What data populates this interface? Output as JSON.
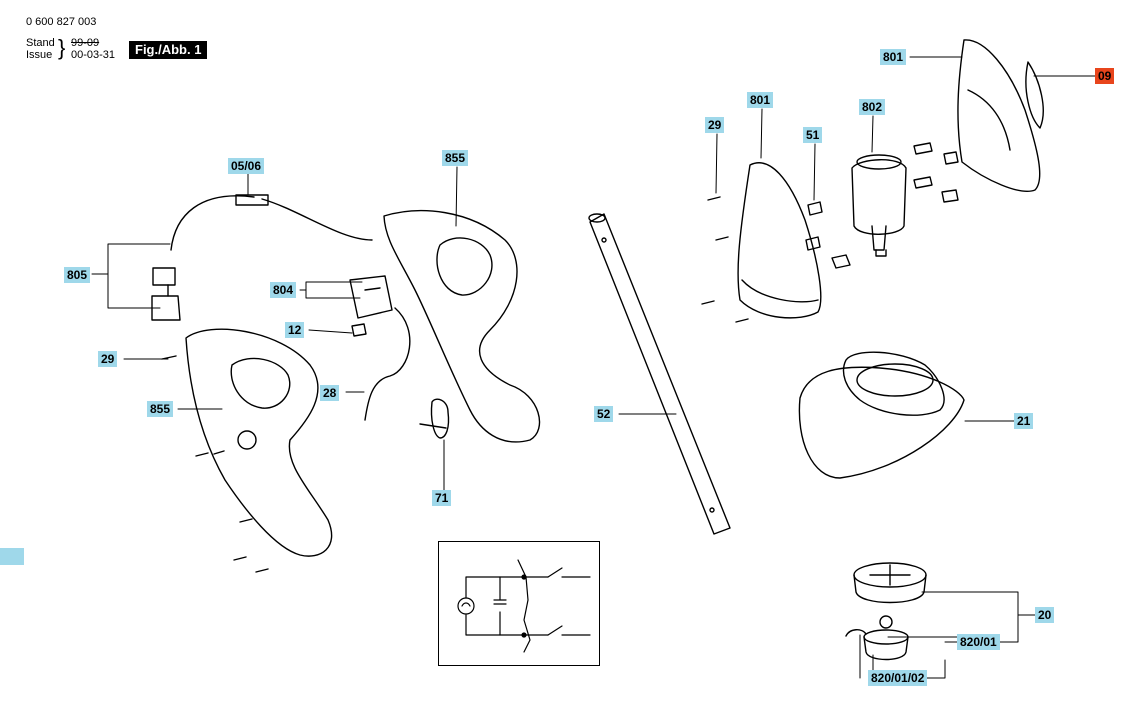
{
  "header": {
    "part_number": "0 600 827 003",
    "stand_label": "Stand",
    "issue_label": "Issue",
    "stand_value": "99-09",
    "issue_value": "00-03-31",
    "fig_label": "Fig./Abb. 1"
  },
  "labels": {
    "l_05_06": "05/06",
    "l_805": "805",
    "l_804": "804",
    "l_12": "12",
    "l_29_left": "29",
    "l_855_left": "855",
    "l_28": "28",
    "l_855_center": "855",
    "l_71": "71",
    "l_52": "52",
    "l_29_right": "29",
    "l_801_mid": "801",
    "l_51": "51",
    "l_802": "802",
    "l_801_top": "801",
    "l_09": "09",
    "l_21": "21",
    "l_20": "20",
    "l_820_01": "820/01",
    "l_820_01_02": "820/01/02"
  },
  "colors": {
    "label_bg": "#9fd8ea",
    "highlight_bg": "#e8451c",
    "line": "#000000"
  }
}
